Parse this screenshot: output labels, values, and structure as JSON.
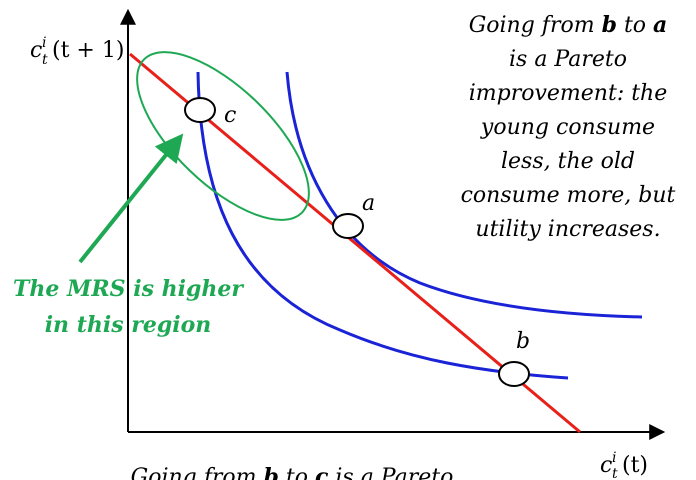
{
  "colors": {
    "axes": "#000000",
    "budget_line": "#e8201a",
    "indifference_curves": "#1a23d6",
    "highlight": "#1fa854",
    "text": "#000000"
  },
  "axes": {
    "y_label": "c",
    "y_label_sup": "i",
    "y_label_sub": "t",
    "y_label_args": "(t + 1)",
    "x_label": "c",
    "x_label_sup": "i",
    "x_label_sub": "t",
    "x_label_args": "(t)"
  },
  "points": {
    "a": "a",
    "b": "b",
    "c": "c"
  },
  "annotation_right": {
    "line1_pre": "Going from ",
    "line1_b": "b",
    "line1_mid": " to ",
    "line1_a": "a",
    "line2": "is a Pareto",
    "line3": "improvement: the",
    "line4": "young consume",
    "line5": "less, the old",
    "line6": "consume more, but",
    "line7": "utility increases."
  },
  "annotation_green": {
    "line1_pre": "The ",
    "line1_mrs": "MRS",
    "line1_post": " is higher",
    "line2": "in this region"
  },
  "annotation_bottom": {
    "pre": "Going from ",
    "b": "b",
    "mid": " to ",
    "c": "c",
    "post": " is a Pareto"
  }
}
